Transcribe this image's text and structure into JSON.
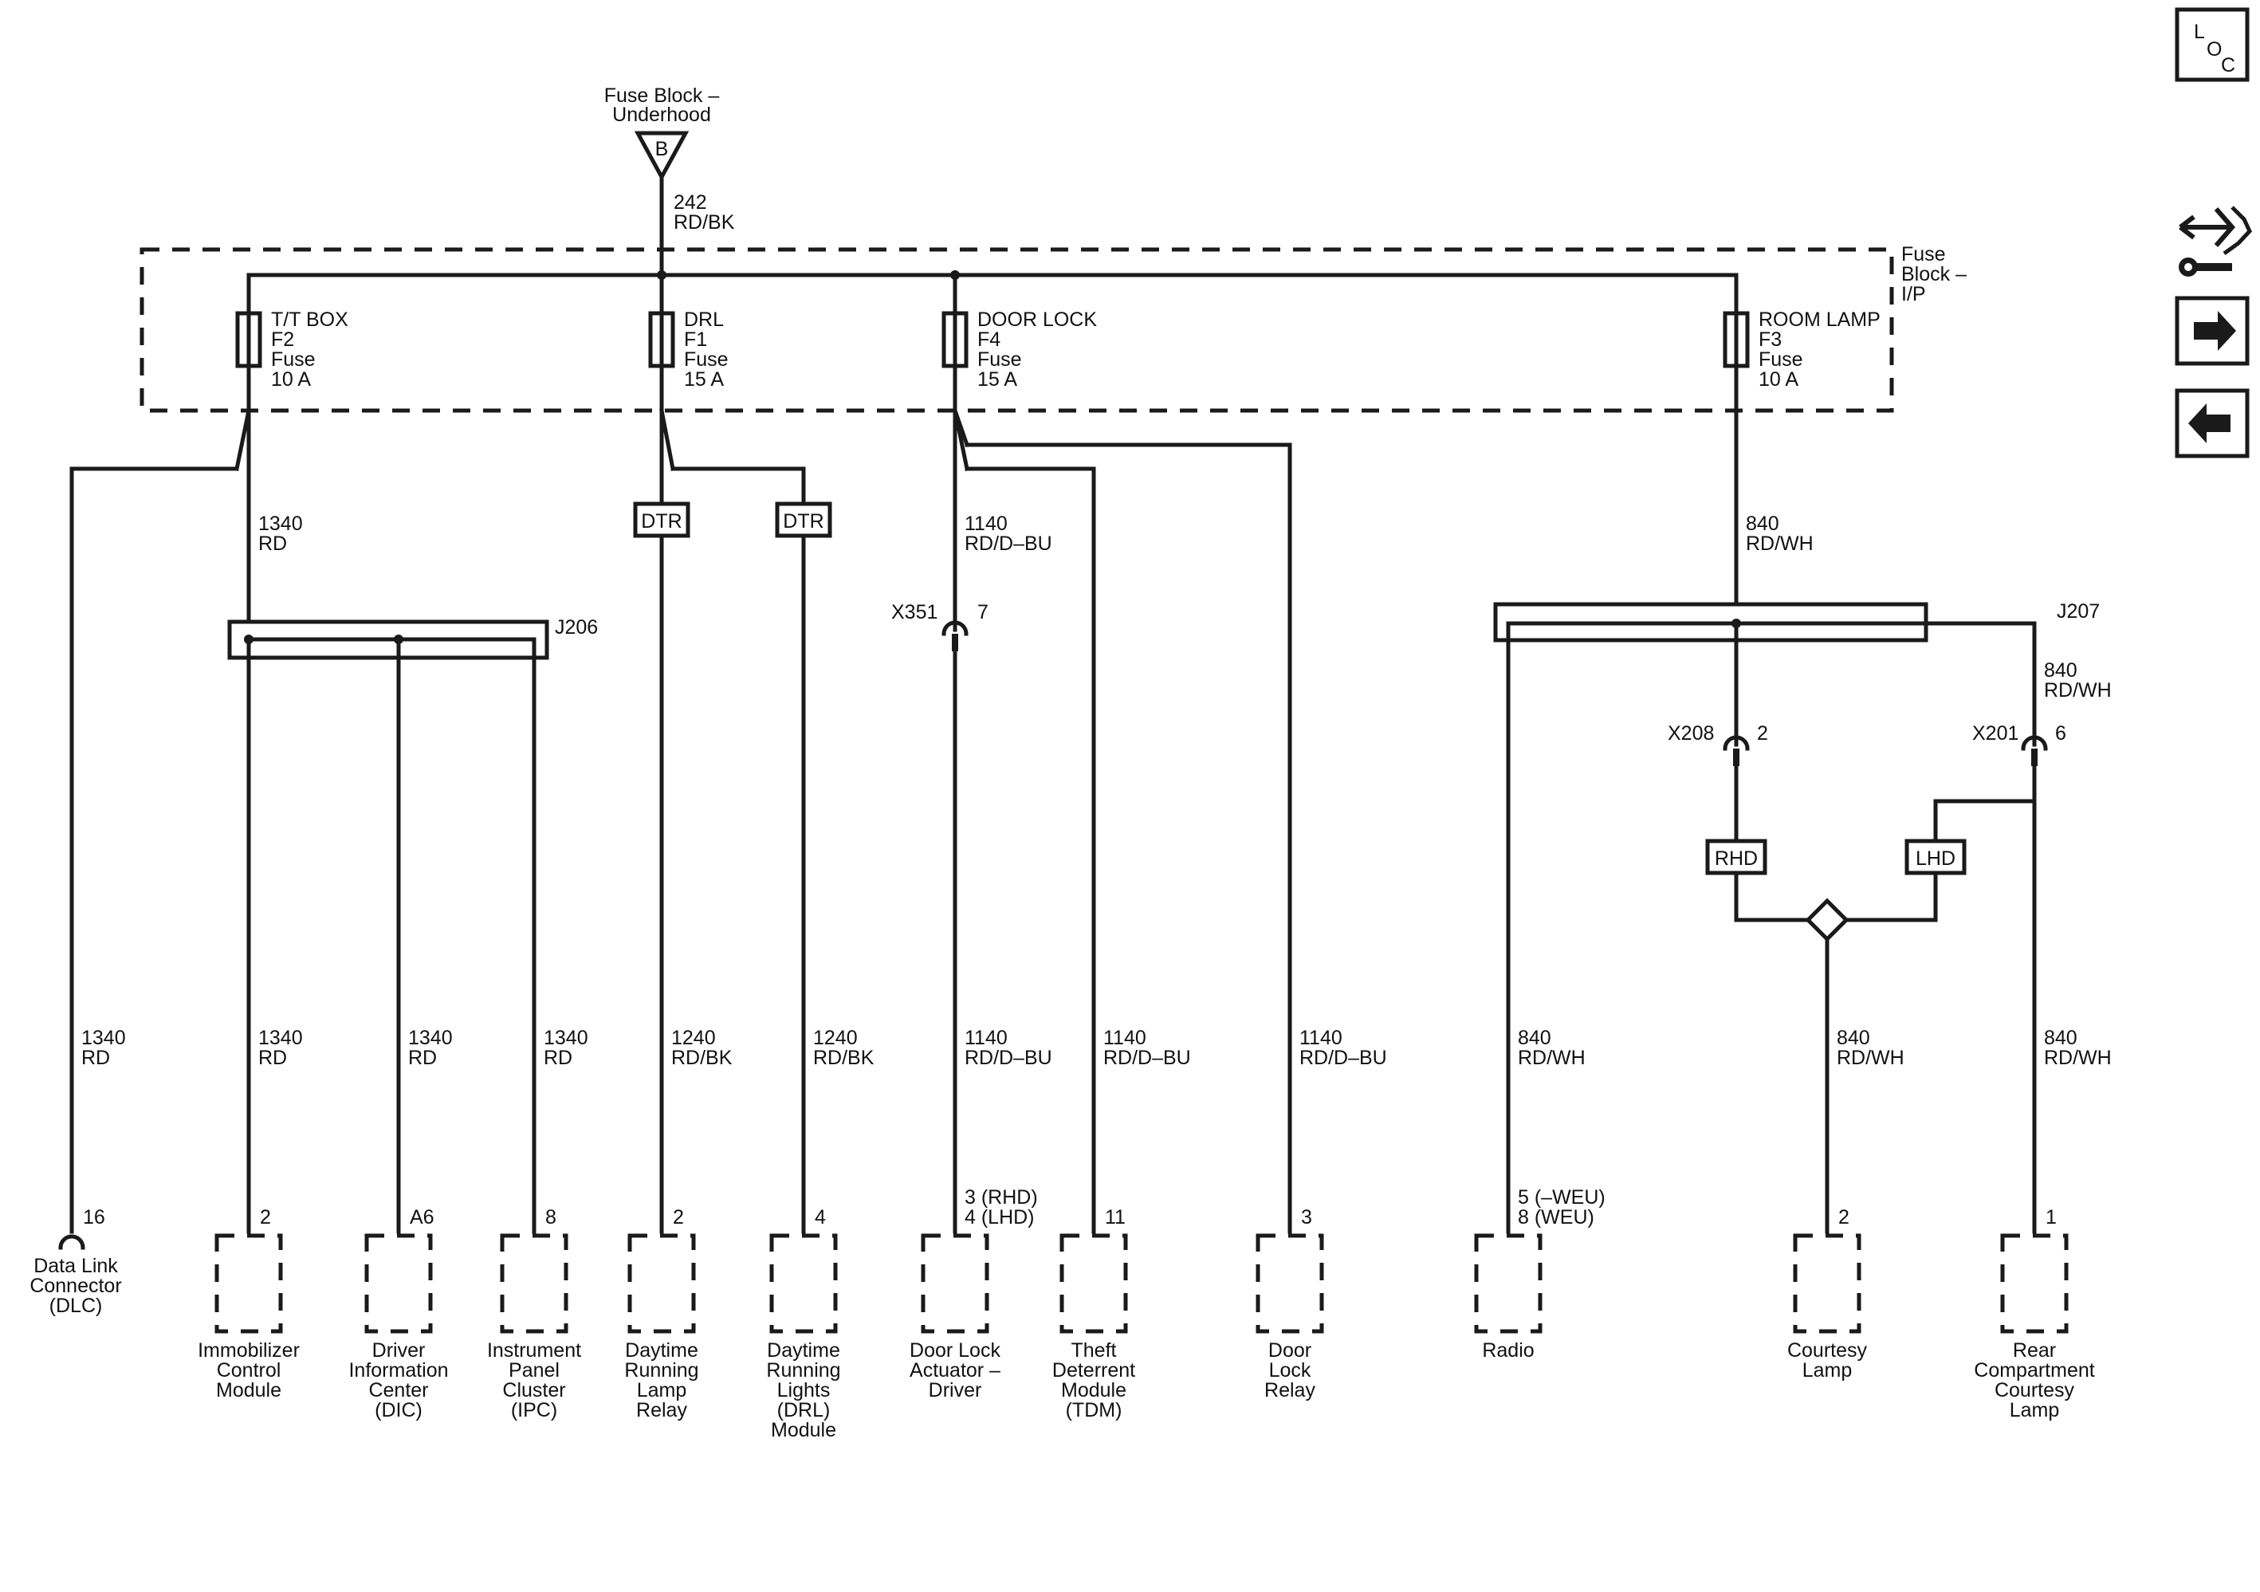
{
  "fuse_block_underhood": {
    "line1": "Fuse Block –",
    "line2": "Underhood",
    "terminal": "B"
  },
  "feed_wire": {
    "circuit": "242",
    "color": "RD/BK"
  },
  "fuse_block_ip": {
    "line1": "Fuse",
    "line2": "Block –",
    "line3": "I/P"
  },
  "fuses": [
    {
      "name": "T/T BOX",
      "id": "F2",
      "type": "Fuse",
      "rating": "10 A"
    },
    {
      "name": "DRL",
      "id": "F1",
      "type": "Fuse",
      "rating": "15 A"
    },
    {
      "name": "DOOR LOCK",
      "id": "F4",
      "type": "Fuse",
      "rating": "15 A"
    },
    {
      "name": "ROOM LAMP",
      "id": "F3",
      "type": "Fuse",
      "rating": "10 A"
    }
  ],
  "upper_wires": [
    {
      "circuit": "1340",
      "color": "RD"
    },
    {
      "circuit": "1140",
      "color": "RD/D–BU"
    },
    {
      "circuit": "840",
      "color": "RD/WH"
    }
  ],
  "splices": {
    "j206": "J206",
    "j207": "J207"
  },
  "options": {
    "dtr": "DTR",
    "rhd": "RHD",
    "lhd": "LHD"
  },
  "inline_connectors": [
    {
      "name": "X351",
      "pin": "7"
    },
    {
      "name": "X208",
      "pin": "2"
    },
    {
      "name": "X201",
      "pin": "6"
    }
  ],
  "j207_branch": {
    "circuit": "840",
    "color": "RD/WH"
  },
  "branches": [
    {
      "circuit": "1340",
      "color": "RD",
      "pin": "16",
      "pin2": "",
      "label": [
        "Data Link",
        "Connector",
        "(DLC)"
      ]
    },
    {
      "circuit": "1340",
      "color": "RD",
      "pin": "2",
      "pin2": "",
      "label": [
        "Immobilizer",
        "Control",
        "Module"
      ]
    },
    {
      "circuit": "1340",
      "color": "RD",
      "pin": "A6",
      "pin2": "",
      "label": [
        "Driver",
        "Information",
        "Center",
        "(DIC)"
      ]
    },
    {
      "circuit": "1340",
      "color": "RD",
      "pin": "8",
      "pin2": "",
      "label": [
        "Instrument",
        "Panel",
        "Cluster",
        "(IPC)"
      ]
    },
    {
      "circuit": "1240",
      "color": "RD/BK",
      "pin": "2",
      "pin2": "",
      "label": [
        "Daytime",
        "Running",
        "Lamp",
        "Relay"
      ]
    },
    {
      "circuit": "1240",
      "color": "RD/BK",
      "pin": "4",
      "pin2": "",
      "label": [
        "Daytime",
        "Running",
        "Lights",
        "(DRL)",
        "Module"
      ]
    },
    {
      "circuit": "1140",
      "color": "RD/D–BU",
      "pin": "3 (RHD)",
      "pin2": "4 (LHD)",
      "label": [
        "Door Lock",
        "Actuator –",
        "Driver"
      ]
    },
    {
      "circuit": "1140",
      "color": "RD/D–BU",
      "pin": "11",
      "pin2": "",
      "label": [
        "Theft",
        "Deterrent",
        "Module",
        "(TDM)"
      ]
    },
    {
      "circuit": "1140",
      "color": "RD/D–BU",
      "pin": "3",
      "pin2": "",
      "label": [
        "Door",
        "Lock",
        "Relay"
      ]
    },
    {
      "circuit": "840",
      "color": "RD/WH",
      "pin": "5 (–WEU)",
      "pin2": "8 (WEU)",
      "label": [
        "Radio"
      ]
    },
    {
      "circuit": "840",
      "color": "RD/WH",
      "pin": "2",
      "pin2": "",
      "label": [
        "Courtesy",
        "Lamp"
      ]
    },
    {
      "circuit": "840",
      "color": "RD/WH",
      "pin": "1",
      "pin2": "",
      "label": [
        "Rear",
        "Compartment",
        "Courtesy",
        "Lamp"
      ]
    }
  ],
  "nav": {
    "loc_l": "L",
    "loc_o": "O",
    "loc_c": "C"
  },
  "icons": [
    "loc-icon",
    "connector-views-icon",
    "next-page-icon",
    "previous-page-icon"
  ]
}
